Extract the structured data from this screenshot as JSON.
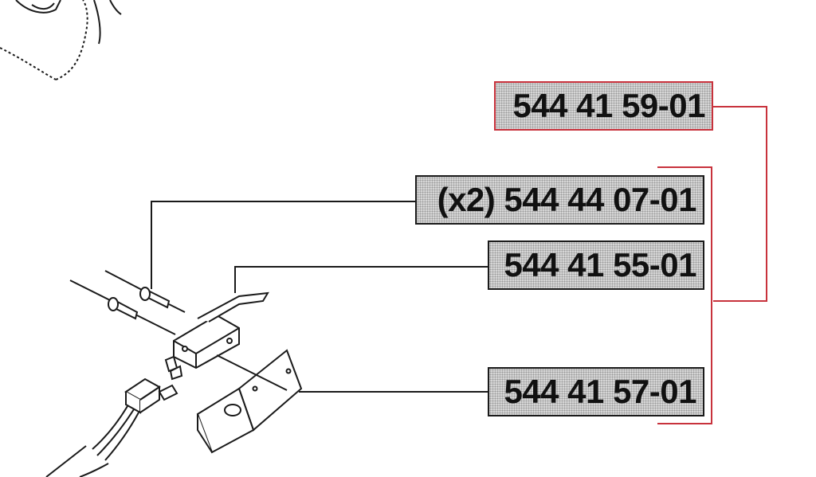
{
  "colors": {
    "line": "#1a1a1a",
    "highlight": "#c8323c",
    "label_fill": "#d6d6d6"
  },
  "parts": [
    {
      "id": "kit",
      "label": "544 41 59-01",
      "highlighted": true
    },
    {
      "id": "pin",
      "label": "(x2) 544 44 07-01",
      "highlighted": false
    },
    {
      "id": "switch",
      "label": "544 41 55-01",
      "highlighted": false
    },
    {
      "id": "bracket",
      "label": "544 41 57-01",
      "highlighted": false
    }
  ]
}
